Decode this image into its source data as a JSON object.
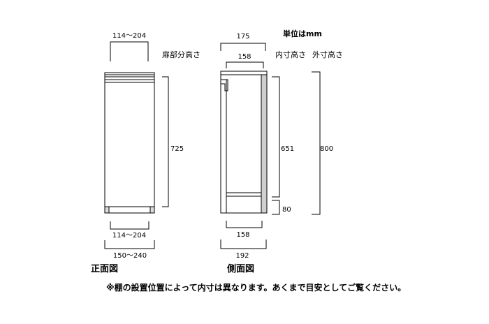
{
  "unit_label": "単位はmm",
  "front": {
    "title": "正面図",
    "top_width": "114〜204",
    "door_height_label": "扉部分高さ",
    "door_height": "725",
    "inner_width": "114〜204",
    "outer_width": "150〜240"
  },
  "side": {
    "title": "側面図",
    "top_outer_depth": "175",
    "top_inner_depth": "158",
    "inner_height_label": "内寸高さ",
    "outer_height_label": "外寸高さ",
    "inner_height": "651",
    "base_height": "80",
    "outer_height": "800",
    "bottom_inner_depth": "158",
    "bottom_outer_depth": "192"
  },
  "footnote": "※棚の設置位置によって内寸は異なります。あくまで目安としてご覧ください。"
}
